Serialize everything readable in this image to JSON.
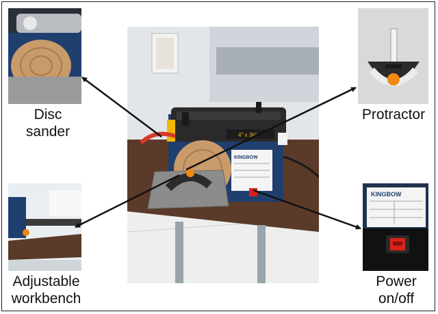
{
  "labels": {
    "disc_sander": [
      "Disc",
      "sander"
    ],
    "protractor": "Protractor",
    "adjustable_workbench": [
      "Adjustable",
      "workbench"
    ],
    "power": [
      "Power",
      "on/off"
    ]
  },
  "brand_text": "KINGBOW",
  "label_tags": [
    "4\" x 36\""
  ],
  "colors": {
    "sander_body": "#1f3f6e",
    "belt_dark": "#2a2a2a",
    "accent_yellow": "#f2b705",
    "orange_knob": "#f08a10",
    "switch_red": "#d8231a",
    "disc_wood": "#c99a6a",
    "table_grey": "#8c8c8c",
    "workbench_brown": "#5a3a28"
  }
}
